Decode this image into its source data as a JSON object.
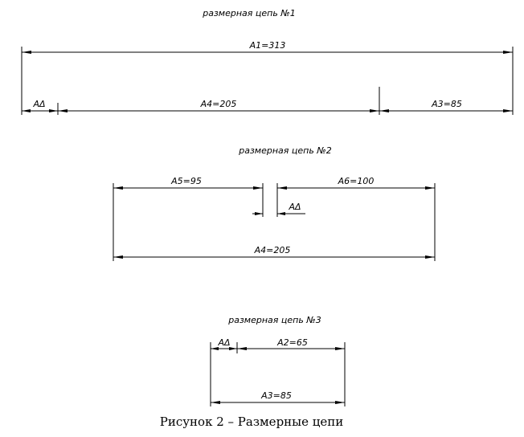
{
  "chains": [
    {
      "title": "размерная цепь №1",
      "dims": {
        "a1": "A1=313",
        "ad": "AΔ",
        "a4": "A4=205",
        "a3": "A3=85"
      }
    },
    {
      "title": "размерная цепь №2",
      "dims": {
        "a5": "A5=95",
        "a6": "A6=100",
        "ad": "AΔ",
        "a4": "A4=205"
      }
    },
    {
      "title": "размерная цепь №3",
      "dims": {
        "ad": "AΔ",
        "a2": "A2=65",
        "a3": "A3=85"
      }
    }
  ],
  "caption": "Рисунок 2 – Размерные цепи"
}
